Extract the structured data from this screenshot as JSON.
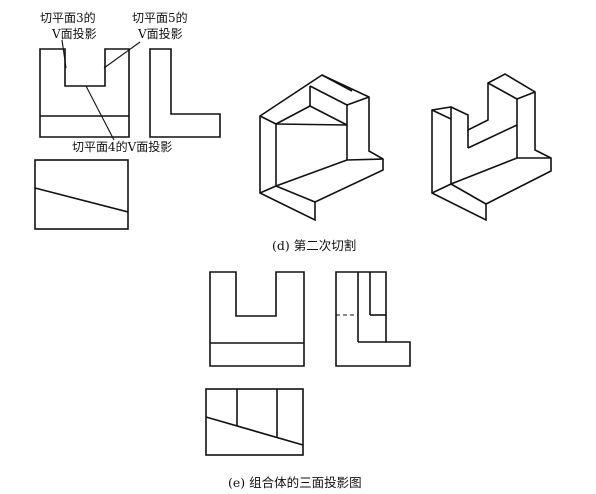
{
  "labels": {
    "plane3_line1": "切平面3的",
    "plane3_line2": "V面投影",
    "plane5_line1": "切平面5的",
    "plane5_line2": "V面投影",
    "plane4": "切平面4的V面投影"
  },
  "captions": {
    "d": "(d) 第二次切割",
    "e": "(e) 组合体的三面投影图"
  }
}
